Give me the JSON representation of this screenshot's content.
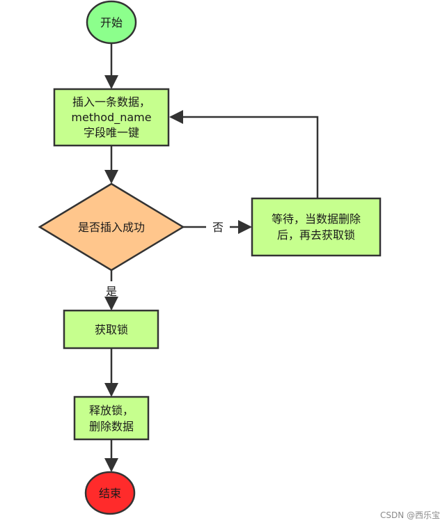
{
  "diagram": {
    "nodes": {
      "start": {
        "lines": [
          "开始"
        ]
      },
      "insert": {
        "lines": [
          "插入一条数据，",
          "method_name",
          "字段唯一键"
        ]
      },
      "decision": {
        "lines": [
          "是否插入成功"
        ]
      },
      "wait": {
        "lines": [
          "等待，当数据删除",
          "后，再去获取锁"
        ]
      },
      "acquire": {
        "lines": [
          "获取锁"
        ]
      },
      "release": {
        "lines": [
          "释放锁，",
          "删除数据"
        ]
      },
      "end": {
        "lines": [
          "结束"
        ]
      }
    },
    "edges": {
      "no_label": "否",
      "yes_label": "是"
    }
  },
  "colors": {
    "start_fill": "#8cff8c",
    "end_fill": "#ff2b2b",
    "box_fill": "#c6ff8e",
    "decision_fill": "#ffc68c",
    "stroke": "#333333"
  },
  "watermark": "CSDN @西乐宝"
}
